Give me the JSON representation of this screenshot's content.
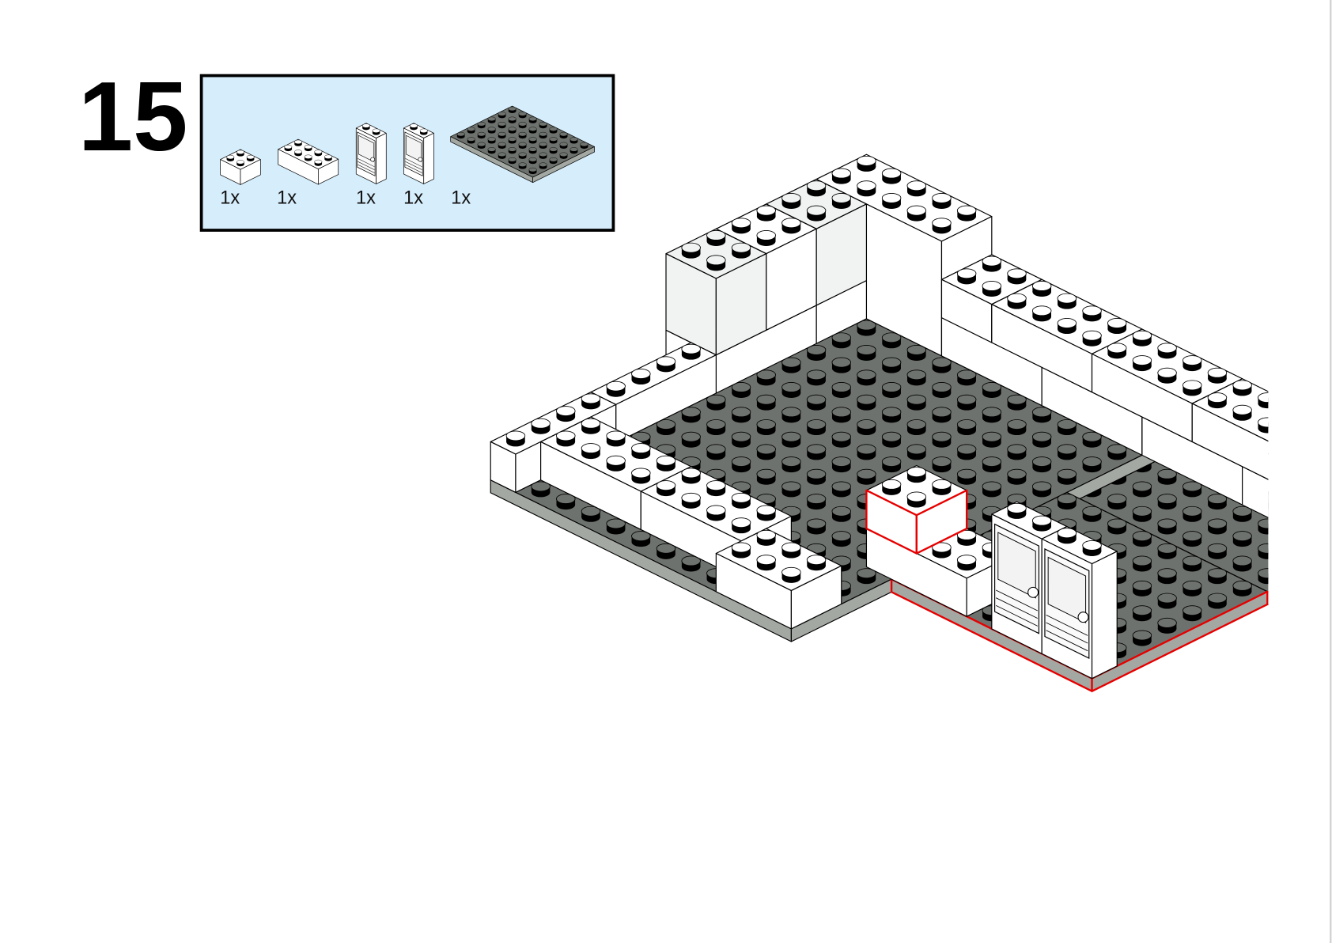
{
  "step": {
    "number": "15"
  },
  "parts_callout": {
    "items": [
      {
        "qty": "1x",
        "part": "brick-2x2-white-icon"
      },
      {
        "qty": "1x",
        "part": "brick-2x4-white-icon"
      },
      {
        "qty": "1x",
        "part": "cupboard-1x2x3-white-icon"
      },
      {
        "qty": "1x",
        "part": "cupboard-1x2x3-white-icon"
      },
      {
        "qty": "1x",
        "part": "plate-6x8-dark-grey-icon"
      }
    ]
  },
  "colors": {
    "callout_background": "#d6edfb",
    "callout_border": "#000000",
    "brick_white": "#ffffff",
    "plate_top": "#6e726e",
    "plate_side": "#a3a8a3",
    "transparent_brick": "#f1f2f2",
    "new_parts_outline": "#e60000",
    "outline": "#000000"
  }
}
